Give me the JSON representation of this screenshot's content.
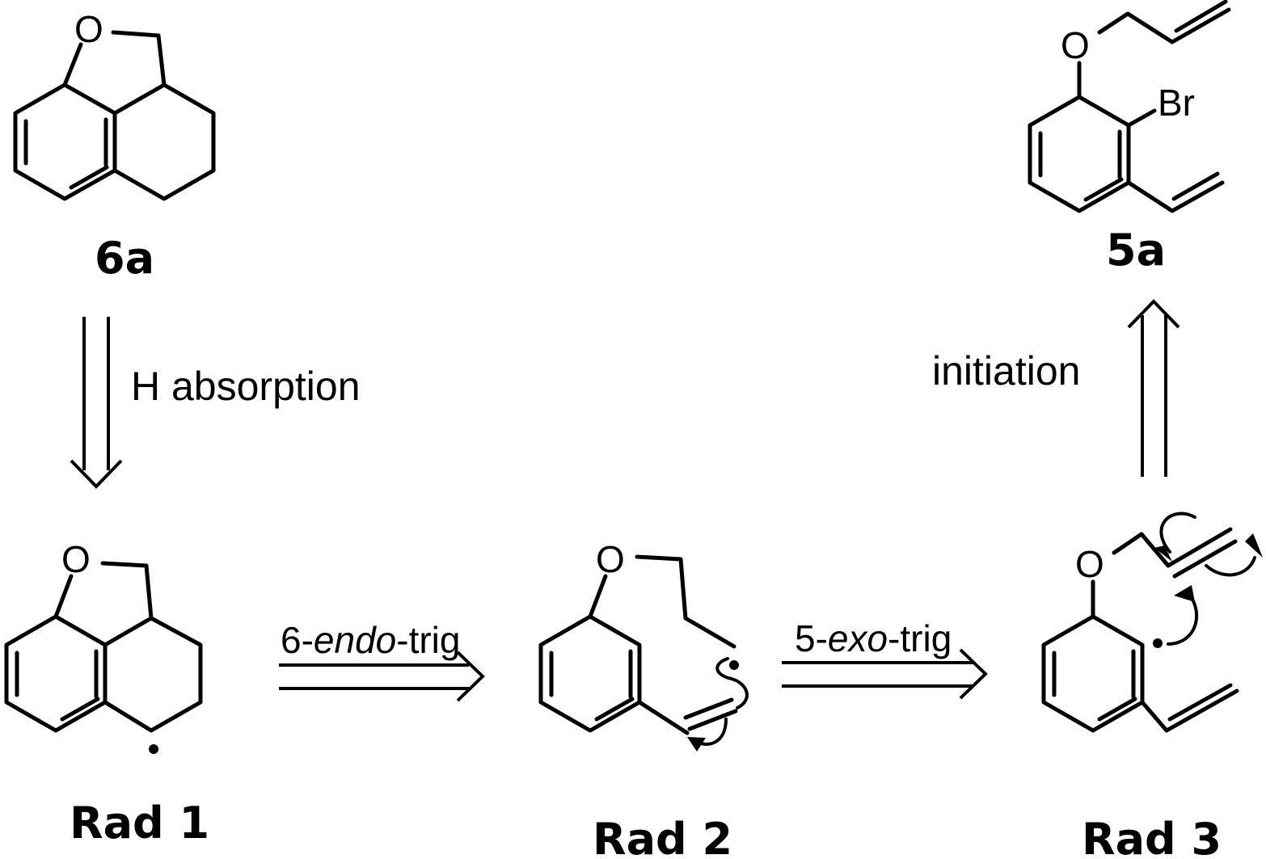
{
  "compounds": {
    "c6a": "6a",
    "c5a": "5a",
    "rad1": "Rad 1",
    "rad2": "Rad 2",
    "rad3": "Rad 3"
  },
  "atoms": {
    "oxygen": "O",
    "bromine": "Br"
  },
  "conditions": {
    "h_absorption": "H absorption",
    "initiation": "initiation",
    "endo_prefix": "6-",
    "endo_italic": "endo",
    "endo_suffix": "-trig",
    "exo_prefix": "5-",
    "exo_italic": "exo",
    "exo_suffix": "-trig"
  }
}
